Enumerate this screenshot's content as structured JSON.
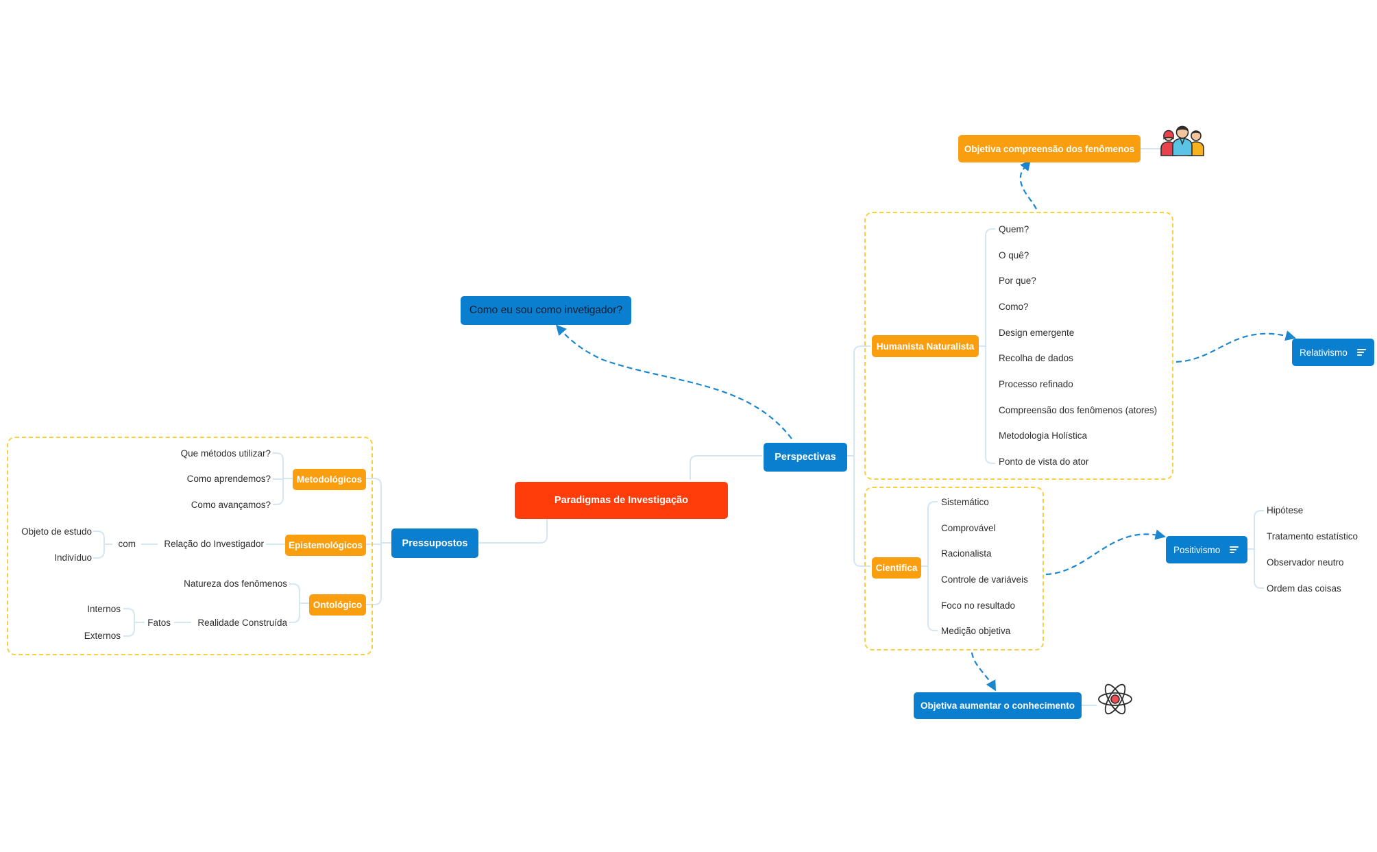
{
  "colors": {
    "topic_blue": "#0a7fd0",
    "topic_orange": "#f89e0f",
    "central_red": "#ff3d0a",
    "boundary_yellow": "#f8cf3e",
    "relation_blue": "#1a86cf"
  },
  "central": {
    "label": "Paradigmas de Investigação"
  },
  "perspectivas": {
    "label": "Perspectivas",
    "humanista": {
      "label": "Humanista Naturalista",
      "items": [
        "Quem?",
        "O quê?",
        "Por que?",
        "Como?",
        "Design emergente",
        "Recolha de dados",
        "Processo refinado",
        "Compreensão dos fenômenos (atores)",
        "Metodologia Holística",
        "Ponto de vista do ator"
      ]
    },
    "cientifica": {
      "label": "Cientifica",
      "items": [
        "Sistemático",
        "Comprovável",
        "Racionalista",
        "Controle de variáveis",
        "Foco no resultado",
        "Medição objetiva"
      ]
    }
  },
  "floating": {
    "como_eu": "Como eu sou como invetigador?",
    "objetiva_compreensao": "Objetiva compreensão dos fenômenos",
    "objetiva_aumentar": "Objetiva aumentar o conhecimento",
    "relativismo": "Relativismo",
    "positivismo": "Positivismo",
    "positivismo_items": [
      "Hipótese",
      "Tratamento estatístico",
      "Observador neutro",
      "Ordem das coisas"
    ]
  },
  "pressupostos": {
    "label": "Pressupostos",
    "metodologicos": {
      "label": "Metodológicos",
      "items": [
        "Que métodos utilizar?",
        "Como aprendemos?",
        "Como avançamos?"
      ]
    },
    "epistemologicos": {
      "label": "Epistemológicos",
      "relacao": "Relação do Investigador",
      "com": "com",
      "items": [
        "Objeto de estudo",
        "Indivíduo"
      ]
    },
    "ontologico": {
      "label": "Ontológico",
      "natureza": "Natureza dos fenômenos",
      "realidade": "Realidade Construída",
      "fatos": "Fatos",
      "fatos_items": [
        "Internos",
        "Externos"
      ]
    }
  },
  "icons": [
    "people-group-icon",
    "atom-icon",
    "notes-icon"
  ]
}
